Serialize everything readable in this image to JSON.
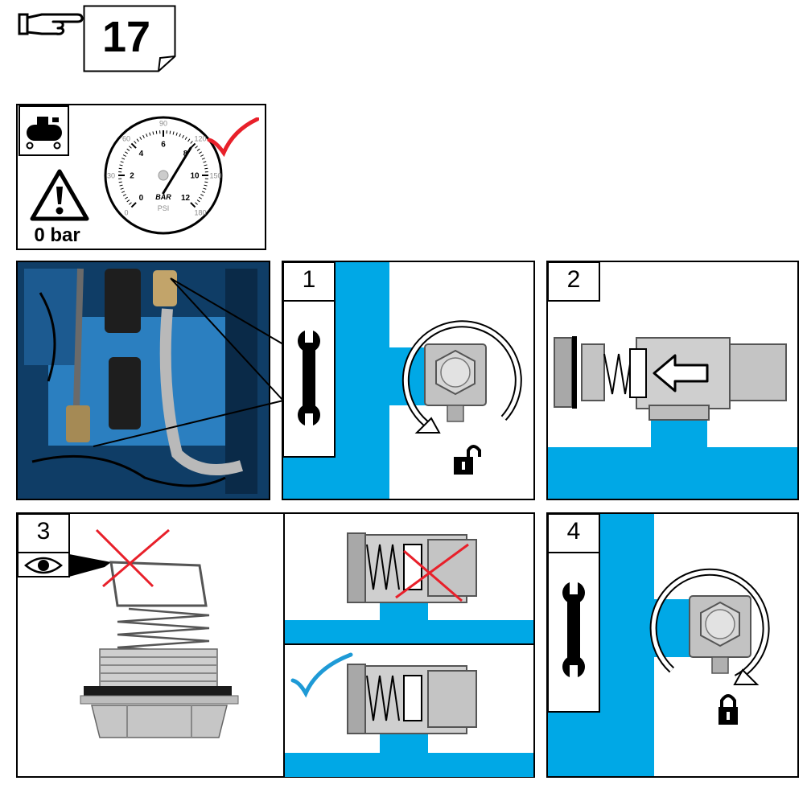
{
  "header": {
    "step_number": "17",
    "pointer_icon": "pointing-hand-icon"
  },
  "pressure_panel": {
    "compressor_icon": "compressor-icon",
    "warning_icon": "warning-triangle-icon",
    "pressure_label": "0 bar",
    "gauge": {
      "unit_bar": "BAR",
      "unit_psi": "PSI",
      "bar_ticks": [
        "0",
        "2",
        "4",
        "6",
        "8",
        "10",
        "12"
      ],
      "psi_ticks": [
        "0",
        "30",
        "60",
        "90",
        "120",
        "150",
        "180"
      ],
      "needle_value_bar": 8
    },
    "check_icon": "check-mark-icon"
  },
  "steps": {
    "step1": {
      "number": "1",
      "tool_icon": "wrench-icon",
      "lock_state_icon": "unlocked-padlock-icon"
    },
    "step2": {
      "number": "2",
      "arrow_icon": "left-arrow-icon"
    },
    "step3": {
      "number": "3",
      "inspect_icon": "eye-icon",
      "wrong_mark": "cross-icon",
      "right_mark": "check-mark-icon"
    },
    "step4": {
      "number": "4",
      "tool_icon": "wrench-icon",
      "lock_state_icon": "locked-padlock-icon"
    }
  },
  "colors": {
    "pipe_blue": "#00a8e6",
    "check_red": "#e8202a",
    "check_blue": "#1e9ad6",
    "metal": "#b8b8b8"
  }
}
